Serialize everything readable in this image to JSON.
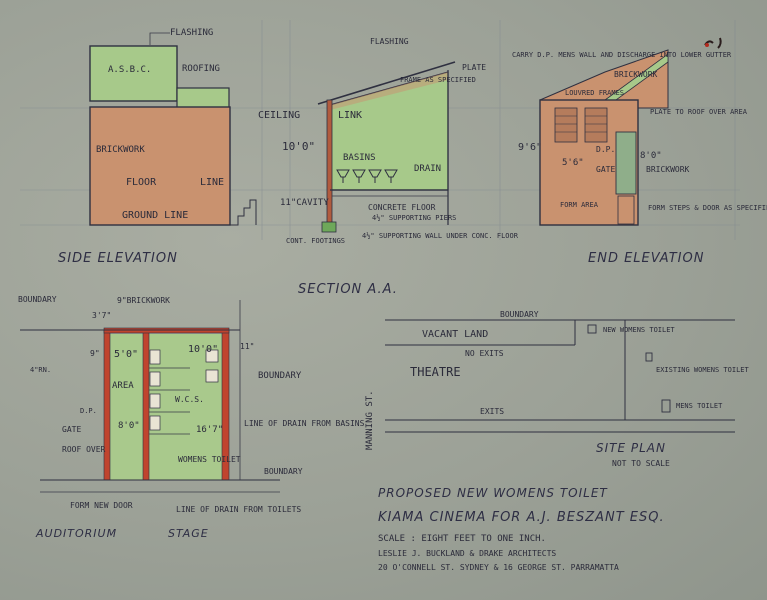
{
  "side_elevation": {
    "title": "SIDE ELEVATION",
    "labels": {
      "flashing": "FLASHING",
      "asbc": "A.S.B.C.",
      "roofing": "ROOFING",
      "brickwork": "BRICKWORK",
      "floor": "FLOOR",
      "line": "LINE",
      "ground_line": "GROUND LINE"
    }
  },
  "section_aa": {
    "title": "SECTION A.A.",
    "labels": {
      "flashing": "FLASHING",
      "plate": "PLATE",
      "frame": "FRAME AS SPECIFIED",
      "ceiling": "CEILING",
      "link": "LINK",
      "height": "10'0\"",
      "basins": "BASINS",
      "drain": "DRAIN",
      "cavity": "11\"CAVITY",
      "concrete_floor": "CONCRETE FLOOR",
      "supporting_piers": "4½\" SUPPORTING PIERS",
      "cont_footings": "CONT. FOOTINGS",
      "supporting_wall": "4½\" SUPPORTING WALL UNDER CONC. FLOOR"
    }
  },
  "end_elevation": {
    "title": "END ELEVATION",
    "labels": {
      "note": "CARRY D.P. MENS WALL AND DISCHARGE INTO LOWER GUTTER",
      "brickwork": "BRICKWORK",
      "louvred": "LOUVRED FRAMES",
      "plate_to_roof": "PLATE TO ROOF OVER AREA",
      "dim_96": "9'6\"",
      "dim_56": "5'6\"",
      "dim_80": "8'0\"",
      "dp": "D.P.",
      "gate": "GATE",
      "brickwork2": "BRICKWORK",
      "form_steps": "FORM STEPS & DOOR AS SPECIFIED",
      "form_area": "FORM AREA"
    }
  },
  "plan": {
    "labels": {
      "boundary_tl": "BOUNDARY",
      "brickwork_9": "9\"BRICKWORK",
      "dim_37": "3'7\"",
      "dim_50": "5'0\"",
      "dim_100": "10'0\"",
      "dim_11": "11\"",
      "dim_9": "9\"",
      "dim_10": "4\"RN.",
      "area": "AREA",
      "wcs": "W.C.S.",
      "dim_80": "8'0\"",
      "dim_167": "16'7\"",
      "dp": "D.P.",
      "gate": "GATE",
      "roof_over": "ROOF OVER",
      "boundary_r": "BOUNDARY",
      "womens_toilet": "WOMENS TOILET",
      "line_drain_basins": "LINE OF DRAIN FROM BASINS",
      "boundary_br": "BOUNDARY",
      "form_new_door": "FORM NEW DOOR",
      "line_drain_toilets": "LINE OF DRAIN FROM TOILETS",
      "auditorium": "AUDITORIUM",
      "stage": "STAGE"
    }
  },
  "site_plan": {
    "title": "SITE PLAN",
    "subtitle": "NOT TO SCALE",
    "labels": {
      "boundary": "BOUNDARY",
      "vacant_land": "VACANT LAND",
      "new_womens_toilet": "NEW WOMENS TOILET",
      "no_exits": "NO EXITS",
      "theatre": "THEATRE",
      "existing_womens": "EXISTING WOMENS TOILET",
      "mens_toilet": "MENS TOILET",
      "exits": "EXITS",
      "street": "MANNING ST."
    }
  },
  "title_block": {
    "line1": "PROPOSED NEW WOMENS TOILET",
    "line2": "KIAMA CINEMA   FOR  A.J. BESZANT ESQ.",
    "scale": "SCALE : EIGHT FEET TO ONE INCH.",
    "architects": "LESLIE J. BUCKLAND & DRAKE  ARCHITECTS",
    "address": "20 O'CONNELL ST. SYDNEY & 16 GEORGE ST. PARRAMATTA"
  },
  "colors": {
    "paper": "#9ca197",
    "brick": "#c98f6e",
    "green": "#9ec47e",
    "ink": "#2f3040",
    "red": "#c0442e"
  }
}
